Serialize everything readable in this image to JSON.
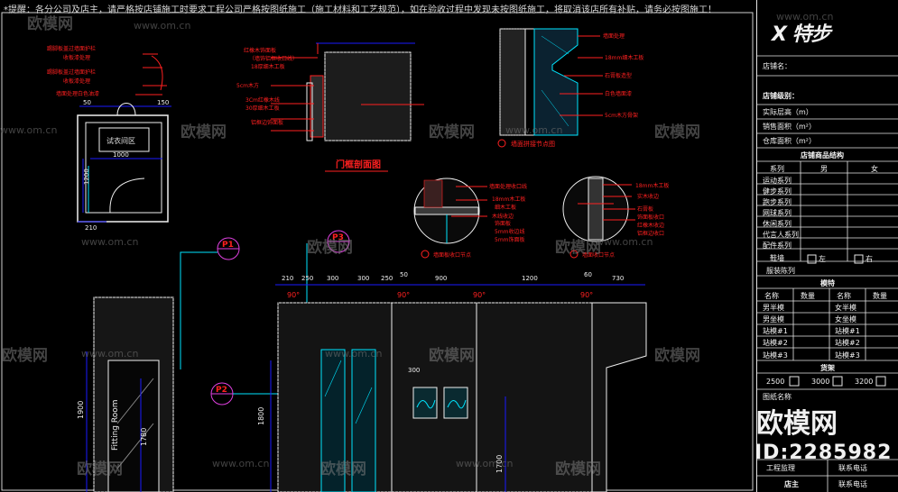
{
  "notice": "*提醒：各分公司及店主，请严格按店铺施工时要求工程公司严格按图纸施工（施工材料和工艺规范），如在验收过程中发现未按图纸施工，将取消该店所有补贴，请务必按图施工！",
  "watermark": {
    "brand": "欧模网",
    "url": "www.om.cn"
  },
  "big_watermark": {
    "brand": "欧模网",
    "id": "ID:2285982"
  },
  "colors": {
    "dim": "#1a1aff",
    "red": "#ff2020",
    "cyan": "#00e5ff",
    "magenta": "#e040e0",
    "white": "#f0f0f0",
    "hatch": "#aaaaaa"
  },
  "top_left_notes": [
    "踢脚板盖过墙面护栏",
    "收板漆处理",
    "踢脚板盖过墙面护栏",
    "收板漆处理",
    "墙面处理白色油漆"
  ],
  "fitting_plan": {
    "label": "试衣间区",
    "dims": [
      "50",
      "150",
      "1000",
      "1200",
      "210"
    ]
  },
  "door_section": {
    "title": "门框剖面图",
    "notes": [
      "红橡木饰面板",
      "（墙饰铝框收口线）",
      "18厚细木工板",
      "5cm木方",
      "3Cm红橡木线",
      "30厚细木工板",
      "铝框边饰面板"
    ]
  },
  "wall_node": {
    "title": "墙面拼接节点图",
    "notes": [
      "墙面处理",
      "18mm细木工板",
      "石膏板造型",
      "白色墙面漆",
      "5cm木方骨架"
    ]
  },
  "detail_a": {
    "title": "墙面板收口节点",
    "notes": [
      "墙面处理收口线",
      "18mm木工板",
      "细木工板",
      "木线收边",
      "饰面板",
      "5mm收边线",
      "5mm饰面板"
    ]
  },
  "detail_b": {
    "title": "墙面收口节点",
    "notes": [
      "18mm木工板",
      "实木收边",
      "石膏板",
      "饰面板收口",
      "红橡木收边",
      "铝框边收口"
    ]
  },
  "markers": [
    {
      "id": "P1"
    },
    {
      "id": "P2"
    },
    {
      "id": "P3"
    }
  ],
  "elev_dims": [
    "210",
    "250",
    "300",
    "300",
    "250",
    "50",
    "900",
    "1200",
    "60",
    "730"
  ],
  "angles": [
    "90°",
    "90°",
    "90°",
    "90°"
  ],
  "elev_labels": {
    "fitting_room": "Fitting Room",
    "h1": "1900",
    "h2": "1780",
    "h3": "1800",
    "h4": "1700",
    "small": "300"
  },
  "title_block": {
    "logo": "X 特步",
    "shop_name": "店铺名：",
    "shop_level": "店铺级别：",
    "rows": [
      "实际层高（m）",
      "销售面积（m²）",
      "仓库面积（m²）"
    ],
    "structure_header": "店铺商品结构",
    "struct_cols": [
      "系列",
      "男",
      "女"
    ],
    "series": [
      "运动系列",
      "健步系列",
      "跑步系列",
      "网球系列",
      "休闲系列",
      "代言人系列",
      "配件系列"
    ],
    "shoes": "鞋墙",
    "clothes_wall": "服装陈列",
    "left_right": [
      "左",
      "右"
    ],
    "fixtures_header": "模特",
    "fixtures_cols": [
      "名称",
      "数量",
      "名称",
      "数量"
    ],
    "fixtures": [
      [
        "男半模",
        "女半模"
      ],
      [
        "男坐模",
        "女坐模"
      ],
      [
        "站模#1",
        "站模#1"
      ],
      [
        "站模#2",
        "站模#2"
      ],
      [
        "站模#3",
        "站模#3"
      ]
    ],
    "shelf_header": "货架",
    "shelf_sizes": [
      "2500",
      "3000",
      "3200"
    ],
    "drawing_name": "图纸名称",
    "foot_rows": [
      "工程监理",
      "联系电话",
      "店主",
      "联系电话"
    ]
  }
}
